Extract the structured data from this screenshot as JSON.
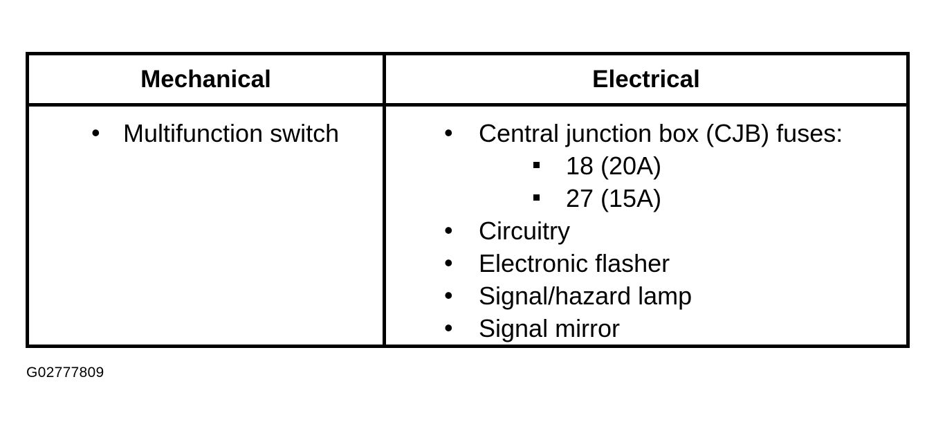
{
  "table": {
    "headers": {
      "mechanical": "Mechanical",
      "electrical": "Electrical"
    },
    "mechanical_items": [
      "Multifunction switch"
    ],
    "electrical_items": [
      {
        "label": "Central junction box (CJB) fuses:",
        "subitems": [
          "18 (20A)",
          "27 (15A)"
        ]
      },
      {
        "label": "Circuitry"
      },
      {
        "label": "Electronic flasher"
      },
      {
        "label": "Signal/hazard lamp"
      },
      {
        "label": "Signal mirror"
      }
    ],
    "bullet_symbol": "•"
  },
  "figure_id": "G02777809"
}
